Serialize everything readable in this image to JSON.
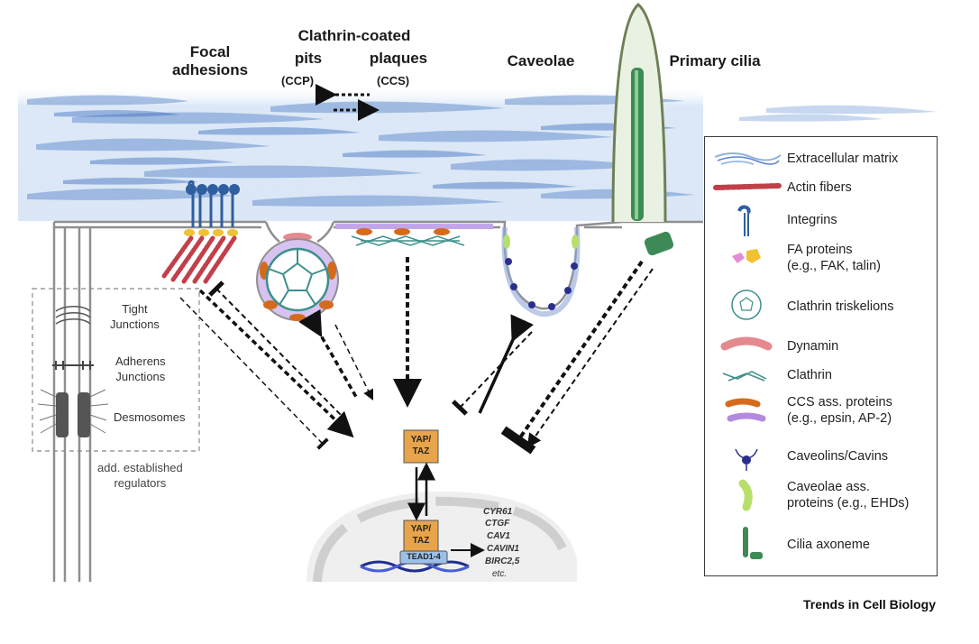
{
  "labels": {
    "focal_adhesions": "Focal\nadhesions",
    "clathrin_coated": "Clathrin-coated",
    "pits": "pits",
    "ccp": "(CCP)",
    "plaques": "plaques",
    "ccs": "(CCS)",
    "caveolae": "Caveolae",
    "primary_cilia": "Primary cilia"
  },
  "junctions": {
    "tight": "Tight\nJunctions",
    "adherens": "Adherens\nJunctions",
    "desmosomes": "Desmosomes",
    "regulators": "add. established\nregulators"
  },
  "nucleus": {
    "yap_taz_top": "YAP/\nTAZ",
    "yap_taz_bottom": "YAP/\nTAZ",
    "tead": "TEAD1-4",
    "genes": [
      "CYR61",
      "CTGF",
      "CAV1",
      "CAVIN1",
      "BIRC2,5",
      "etc."
    ]
  },
  "legend": [
    {
      "icon": "extracellular-matrix-icon",
      "text": "Extracellular matrix"
    },
    {
      "icon": "actin-fibers-icon",
      "text": "Actin fibers"
    },
    {
      "icon": "integrins-icon",
      "text": "Integrins"
    },
    {
      "icon": "fa-proteins-icon",
      "text": "FA proteins\n(e.g., FAK, talin)"
    },
    {
      "icon": "clathrin-triskelions-icon",
      "text": "Clathrin triskelions"
    },
    {
      "icon": "dynamin-icon",
      "text": "Dynamin"
    },
    {
      "icon": "clathrin-icon",
      "text": "Clathrin"
    },
    {
      "icon": "ccs-proteins-icon",
      "text": "CCS ass. proteins\n(e.g., epsin, AP-2)"
    },
    {
      "icon": "caveolins-icon",
      "text": "Caveolins/Cavins"
    },
    {
      "icon": "caveolae-proteins-icon",
      "text": "Caveolae ass.\nproteins (e.g., EHDs)"
    },
    {
      "icon": "cilia-axoneme-icon",
      "text": "Cilia axoneme"
    }
  ],
  "credit": "Trends in Cell Biology",
  "colors": {
    "ecm": "#5b86c9",
    "membrane": "#8f8f8f",
    "actin": "#c0404a",
    "integrin": "#2f5f9e",
    "fa_protein": "#f0c232",
    "dynamin": "#e48a8f",
    "clathrin": "#3d8f8c",
    "ccs_orange": "#d56a1d",
    "ccs_purple": "#b28be0",
    "caveolin": "#2a2f8c",
    "caveolae_green": "#b6e06a",
    "cilia_green": "#3e8a56",
    "yap_box": "#e8a44a",
    "tead_box": "#9cc0e8"
  }
}
